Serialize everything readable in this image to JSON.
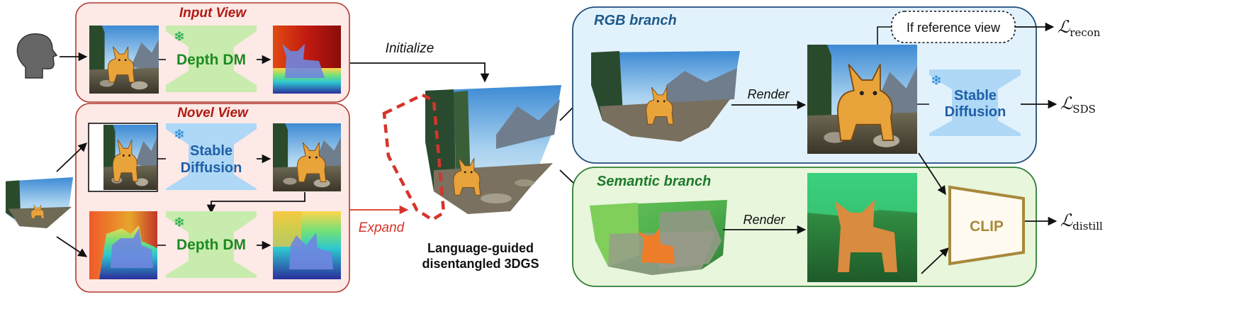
{
  "panels": {
    "input_view": {
      "title": "Input View"
    },
    "novel_view": {
      "title": "Novel View"
    },
    "rgb_branch": {
      "title": "RGB branch"
    },
    "semantic_branch": {
      "title": "Semantic branch"
    }
  },
  "modules": {
    "depth_dm_1": "Depth DM",
    "stable_diffusion_1_l1": "Stable",
    "stable_diffusion_1_l2": "Diffusion",
    "depth_dm_2": "Depth DM",
    "stable_diffusion_2_l1": "Stable",
    "stable_diffusion_2_l2": "Diffusion",
    "clip": "CLIP"
  },
  "arrows": {
    "initialize": "Initialize",
    "expand": "Expand",
    "render_rgb": "Render",
    "render_semantic": "Render"
  },
  "center_caption": {
    "line1": "Language-guided",
    "line2": "disentangled 3DGS"
  },
  "reference_box": "If reference view",
  "losses": {
    "recon": {
      "symbol": "ℒ",
      "sub": "recon"
    },
    "sds": {
      "symbol": "ℒ",
      "sub": "SDS"
    },
    "distill": {
      "symbol": "ℒ",
      "sub": "distill"
    }
  },
  "colors": {
    "input_panel_fill": "#fde9e6",
    "input_panel_stroke": "#b03a2e",
    "title_red": "#b01a12",
    "expand_red": "#d6342a",
    "rgb_panel_fill": "#e2f2fc",
    "rgb_panel_stroke": "#1f4e79",
    "rgb_title": "#1f5a8a",
    "sem_panel_fill": "#e8f6dc",
    "sem_panel_stroke": "#2e7d32",
    "sem_title": "#1e7a2a",
    "depth_module": "#c8ecae",
    "depth_text": "#1e8a22",
    "sd_module": "#aed8f5",
    "sd_text": "#1f5fa8",
    "clip_stroke": "#a8893a",
    "clip_text": "#a8893a"
  },
  "icons": [
    "head-icon",
    "snowflake-icon"
  ]
}
